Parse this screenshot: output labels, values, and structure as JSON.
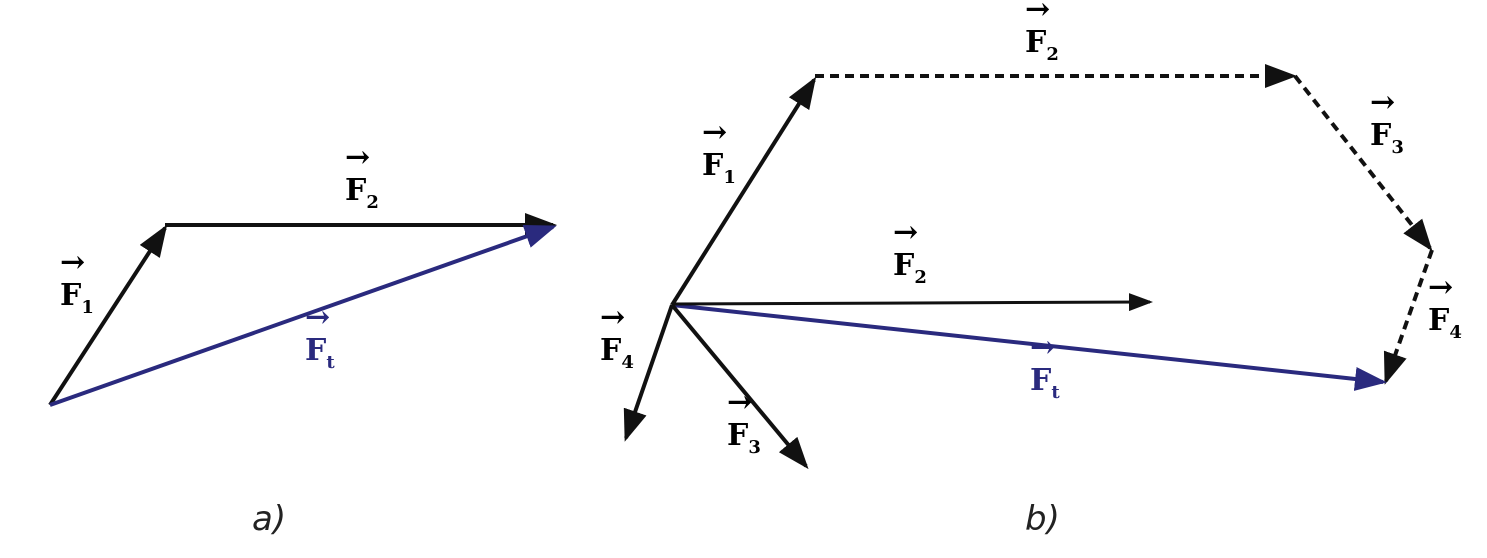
{
  "colors": {
    "force": "#111111",
    "resultant": "#2a2a7e"
  },
  "panel_a": {
    "caption": "a)",
    "labels": {
      "f1": "F",
      "f1_sub": "1",
      "f2": "F",
      "f2_sub": "2",
      "ft": "F",
      "ft_sub": "t"
    }
  },
  "panel_b": {
    "caption": "b)",
    "labels": {
      "f1": "F",
      "f1_sub": "1",
      "f2_top": "F",
      "f2_top_sub": "2",
      "f3_right": "F",
      "f3_right_sub": "3",
      "f4_right": "F",
      "f4_right_sub": "4",
      "f2": "F",
      "f2_sub": "2",
      "f3": "F",
      "f3_sub": "3",
      "f4": "F",
      "f4_sub": "4",
      "ft": "F",
      "ft_sub": "t"
    }
  }
}
